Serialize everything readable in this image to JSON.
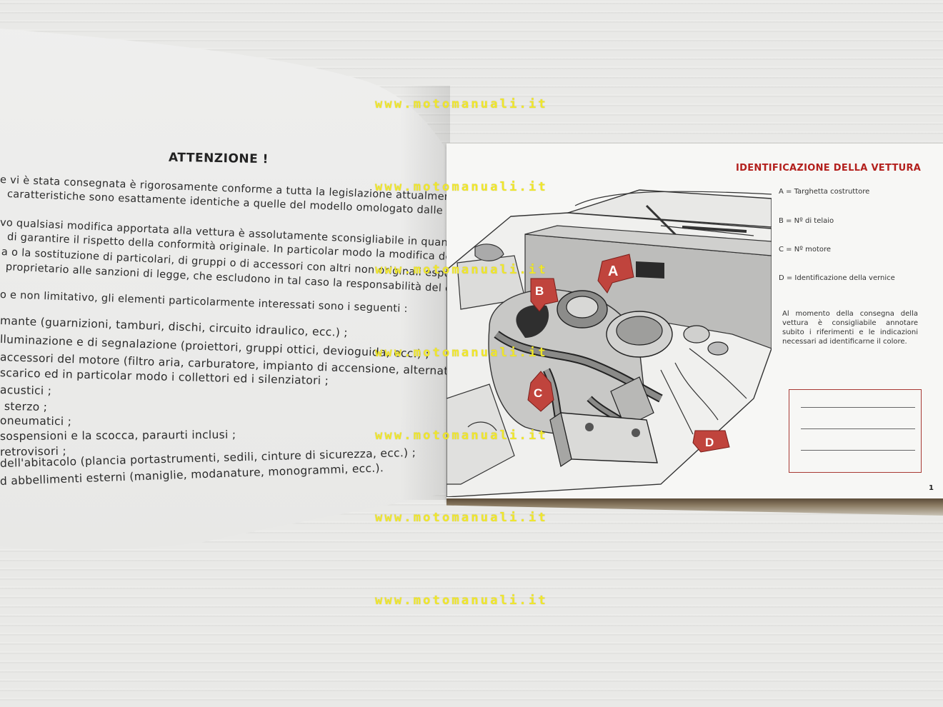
{
  "left_page": {
    "heading": "ATTENZIONE !",
    "lines": [
      "e vi è stata consegnata è rigorosamente conforme a tutta la legislazione attualmente in",
      "caratteristiche sono esattamente identiche a quelle del modello omologato dalle Autorità",
      "vo qualsiasi modifica apportata alla vettura è assolutamente sconsigliabile in quanto",
      "di garantire il rispetto della conformità originale. In particolar modo la modifica delle rego-",
      "a o la sostituzione di particolari, di gruppi o di accessori con altri non originali espongono",
      "proprietario alle sanzioni di legge, che escludono in tal caso la responsabilità del costruttore.",
      "o e non limitativo, gli elementi particolarmente interessati sono i seguenti :",
      "mante (guarnizioni, tamburi, dischi, circuito idraulico, ecc.) ;",
      "lluminazione e di segnalazione (proiettori, gruppi ottici, devioguida, ecc.) ;",
      "accessori del motore (filtro aria, carburatore, impianto di accensione, alternatore, ecc.) ;",
      "scarico ed in particolar modo i collettori ed i silenziatori ;",
      "acustici ;",
      "sterzo ;",
      "oneumatici ;",
      "sospensioni e la scocca, paraurti inclusi ;",
      "retrovisori ;",
      "dell'abitacolo (plancia portastrumenti, sedili, cinture di sicurezza, ecc.) ;",
      "d abbellimenti esterni (maniglie, modanature, monogrammi, ecc.)."
    ]
  },
  "right_page": {
    "title": "IDENTIFICAZIONE DELLA VETTURA",
    "legend": [
      "A = Targhetta costruttore",
      "B = Nº di telaio",
      "C = Nº motore",
      "D = Identificazione della vernice"
    ],
    "note": "Al momento della consegna della vettura è consigliabile annotare subito i riferimenti e le indicazioni necessari ad identificarne il colore.",
    "page_number": "1",
    "markers": [
      "A",
      "B",
      "C",
      "D"
    ]
  },
  "watermark": "www.motomanuali.it",
  "colors": {
    "accent_red": "#b3201d",
    "marker_red": "#c0443d",
    "watermark_yellow": "#f0e72a",
    "box_border": "#a83a34"
  }
}
